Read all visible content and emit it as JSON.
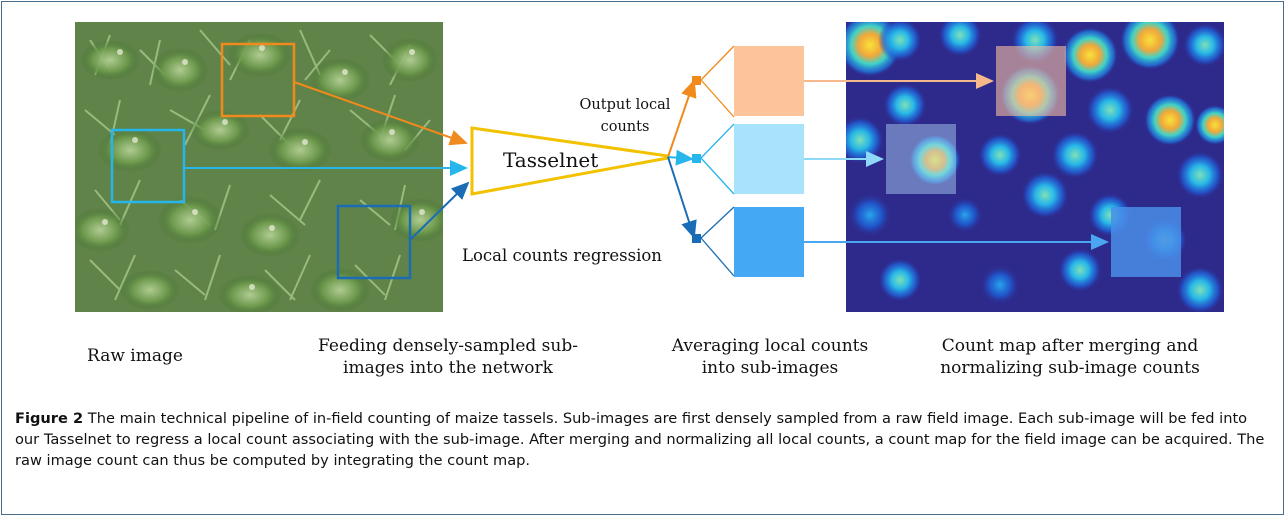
{
  "labels": {
    "output_local_counts": "Output local counts",
    "tasselnet": "Tasselnet",
    "local_counts_regression": "Local counts regression"
  },
  "column_captions": {
    "raw_image": "Raw image",
    "feeding": "Feeding densely-sampled sub-images into the network",
    "averaging": "Averaging local counts into sub-images",
    "count_map": "Count map after merging and normalizing sub-image counts"
  },
  "figure_caption": {
    "label": "Figure 2",
    "text": "The main technical pipeline of in-field counting of maize tassels. Sub-images are first densely sampled from a raw field image. Each sub-image will be fed into our Tasselnet to regress a local count associating with the sub-image. After merging and normalizing all local counts, a count map for the field image can be acquired. The raw image count can thus be computed by integrating the count map."
  },
  "colors": {
    "orange": "#f08a1c",
    "light_blue": "#26b6ec",
    "dark_blue": "#1a6db5",
    "tasselnet": "#f2c200",
    "peach_square": "#fbc49a",
    "pale_blue_square": "#a7e3fb",
    "mid_blue_square": "#45a8f4",
    "heatmap_bg": "#2e2a8c"
  }
}
